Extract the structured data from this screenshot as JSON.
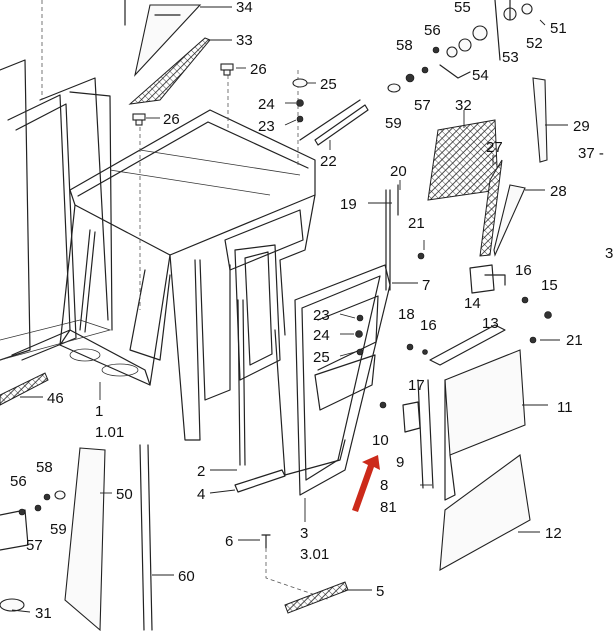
{
  "colors": {
    "line": "#222222",
    "arrow": "#cc2a1a",
    "background": "#ffffff"
  },
  "labels": {
    "l34": "34",
    "l33": "33",
    "l26a": "26",
    "l26b": "26",
    "l25a": "25",
    "l24a": "24",
    "l23a": "23",
    "l22": "22",
    "l58a": "58",
    "l57a": "57",
    "l59a": "59",
    "l56a": "56",
    "l55": "55",
    "l54": "54",
    "l53": "53",
    "l52": "52",
    "l51": "51",
    "l32": "32",
    "l27": "27",
    "l29": "29",
    "l37": "37 -",
    "l28": "28",
    "l20": "20",
    "l19": "19",
    "l21a": "21",
    "l7": "7",
    "l16a": "16",
    "l15": "15",
    "l14": "14",
    "l13": "13",
    "l21b": "21",
    "l23b": "23",
    "l24b": "24",
    "l25b": "25",
    "l18": "18",
    "l16b": "16",
    "l17": "17",
    "l11": "11",
    "l10": "10",
    "l9": "9",
    "l8": "8",
    "l81": "81",
    "l12": "12",
    "l46": "46",
    "l1": "1",
    "l101": "1.01",
    "l2": "2",
    "l4": "4",
    "l3": "3",
    "l301": "3.01",
    "l6": "6",
    "l5": "5",
    "l56b": "56",
    "l58b": "58",
    "l57b": "57",
    "l59b": "59",
    "l50": "50",
    "l60": "60",
    "l31": "31",
    "l3edge": "3"
  }
}
